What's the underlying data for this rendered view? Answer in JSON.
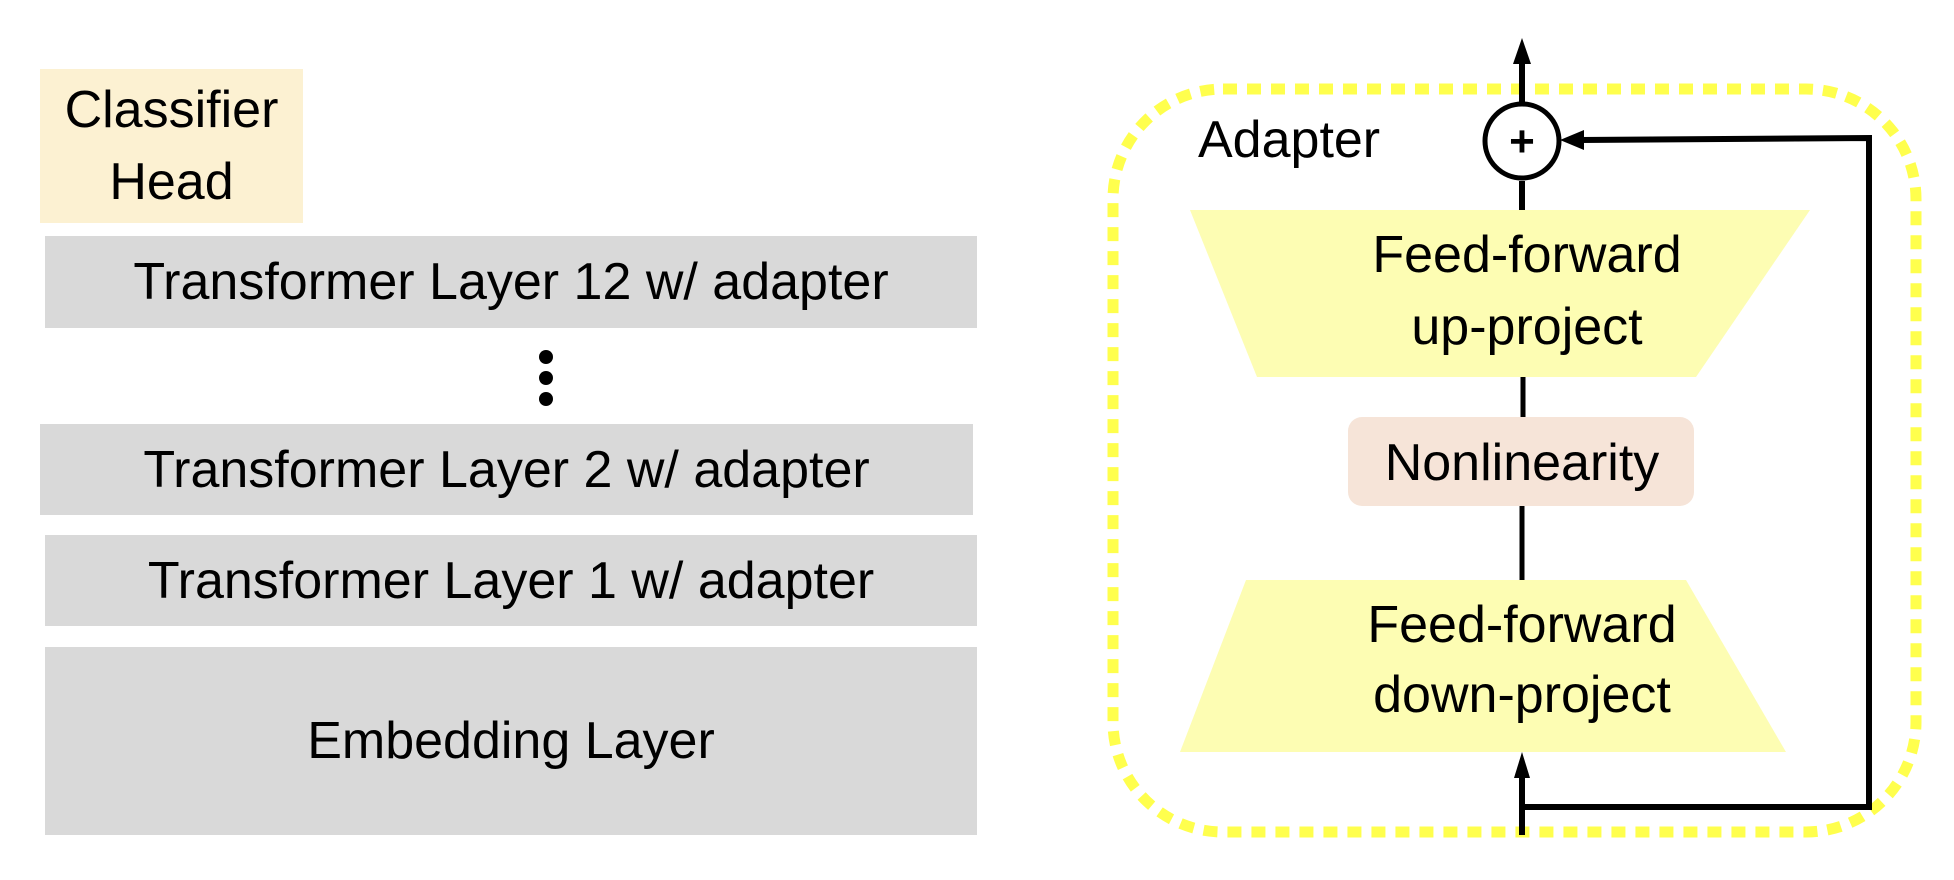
{
  "left_stack": {
    "classifier": {
      "line1": "Classifier",
      "line2": "Head"
    },
    "layers": [
      {
        "label": "Transformer Layer 12 w/ adapter"
      },
      {
        "label": "Transformer Layer 2 w/ adapter"
      },
      {
        "label": "Transformer Layer 1 w/ adapter"
      },
      {
        "label": "Embedding Layer"
      }
    ],
    "ellipsis_icon": "vertical-ellipsis"
  },
  "adapter": {
    "title": "Adapter",
    "sum_symbol": "+",
    "up_project": {
      "line1": "Feed-forward",
      "line2": "up-project"
    },
    "nonlinearity": "Nonlinearity",
    "down_project": {
      "line1": "Feed-forward",
      "line2": "down-project"
    }
  },
  "colors": {
    "classifier_fill": "#fcf1d2",
    "layer_fill": "#d9d9d9",
    "trapezoid_fill": "#fdfdb3",
    "nonlinearity_fill": "#f6e4d8",
    "adapter_border": "#ffff4d"
  }
}
